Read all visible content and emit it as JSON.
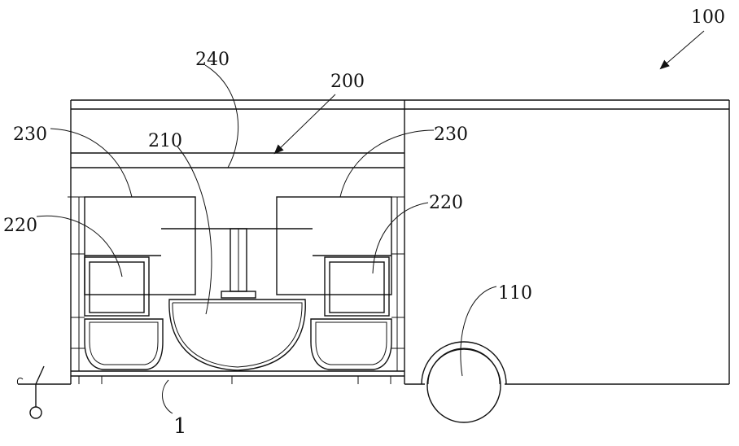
{
  "labels": {
    "system": "100",
    "assembly": "200",
    "top_plate": "240",
    "left_module": "230",
    "right_module": "230",
    "center_unit": "210",
    "left_box": "220",
    "right_box": "220",
    "wheel": "110",
    "base": "1"
  },
  "colors": {
    "line": "#111111",
    "background": "#ffffff"
  }
}
